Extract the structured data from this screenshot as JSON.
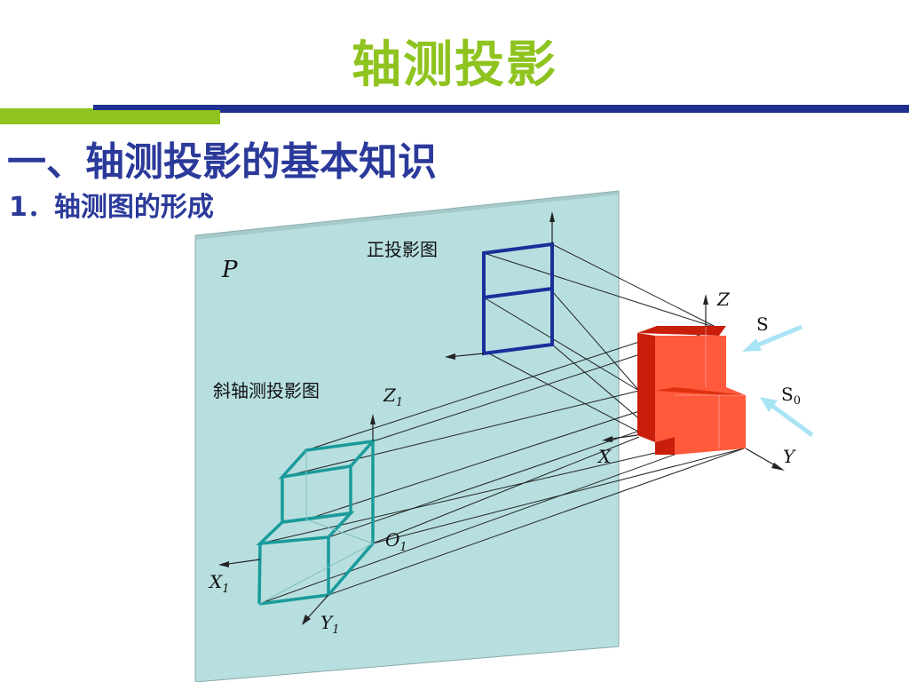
{
  "slide": {
    "title": "轴测投影",
    "heading": "一、轴测投影的基本知识",
    "subheading": "1．轴测图的形成"
  },
  "diagram": {
    "plane_label": "P",
    "front_projection_label": "正投影图",
    "oblique_projection_label": "斜轴测投影图",
    "axes": {
      "z": "Z",
      "x": "X",
      "y": "Y",
      "z1": "Z",
      "x1": "X",
      "y1": "Y",
      "o1": "O",
      "subscript": "1"
    },
    "direction_s": "S",
    "direction_s0": "S",
    "s0_subscript": "0"
  },
  "colors": {
    "title": "#8fc31f",
    "heading": "#2b3a9a",
    "plane": "#b8dfe0",
    "front_view": "#1a2f9a",
    "oblique_view": "#1a9a9a",
    "object": "#ff5a3c",
    "arrow": "#a9e4f5"
  }
}
